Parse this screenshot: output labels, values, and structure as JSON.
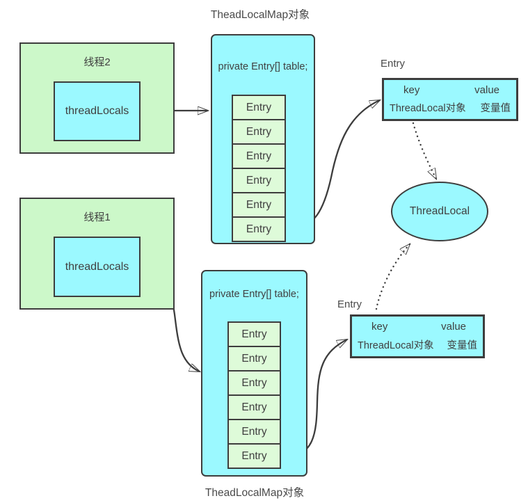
{
  "titles": {
    "map_top": "TheadLocalMap对象",
    "map_bottom": "TheadLocalMap对象"
  },
  "threads": [
    {
      "label": "线程2",
      "field": "threadLocals"
    },
    {
      "label": "线程1",
      "field": "threadLocals"
    }
  ],
  "maps": [
    {
      "declaration": "private Entry[] table;",
      "entries": [
        "Entry",
        "Entry",
        "Entry",
        "Entry",
        "Entry",
        "Entry"
      ]
    },
    {
      "declaration": "private Entry[] table;",
      "entries": [
        "Entry",
        "Entry",
        "Entry",
        "Entry",
        "Entry",
        "Entry"
      ]
    }
  ],
  "entry_tables": [
    {
      "label": "Entry",
      "key_header": "key",
      "value_header": "value",
      "key_cell": "ThreadLocal对象",
      "value_cell": "变量值"
    },
    {
      "label": "Entry",
      "key_header": "key",
      "value_header": "value",
      "key_cell": "ThreadLocal对象",
      "value_cell": "变量值"
    }
  ],
  "ellipse": {
    "label": "ThreadLocal"
  },
  "colors": {
    "cyan": "#9bf9ff",
    "thread_green": "#ccf8c9",
    "entry_green": "#defbd9",
    "border": "#3d3d3d",
    "text": "#404040"
  }
}
